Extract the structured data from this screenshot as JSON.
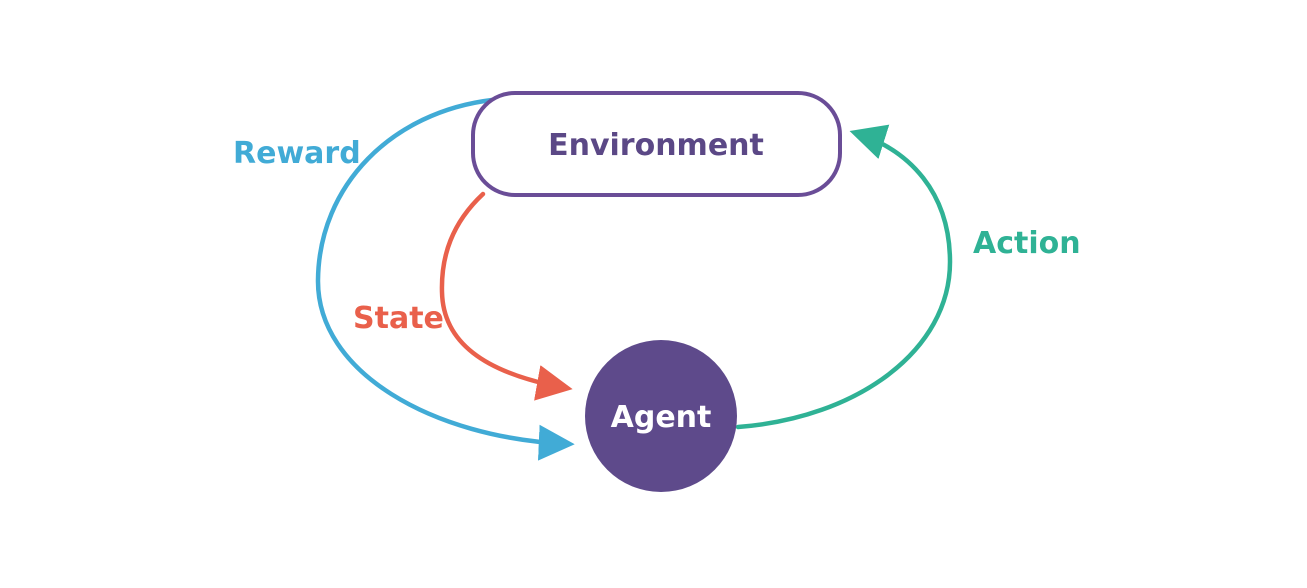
{
  "diagram": {
    "title": "",
    "nodes": {
      "environment": {
        "label": "Environment",
        "shape": "rounded-rectangle"
      },
      "agent": {
        "label": "Agent",
        "shape": "circle"
      }
    },
    "edges": {
      "reward": {
        "label": "Reward",
        "from": "environment",
        "to": "agent"
      },
      "state": {
        "label": "State",
        "from": "environment",
        "to": "agent"
      },
      "action": {
        "label": "Action",
        "from": "agent",
        "to": "environment"
      }
    },
    "colors": {
      "reward": "#41abd6",
      "state": "#e9604b",
      "action": "#2fb295",
      "agent_fill": "#5e4a8b",
      "agent_text": "#ffffff",
      "environment_border": "#6a4d97",
      "environment_fill": "#ffffff",
      "environment_text": "#5b4886",
      "background": "#ffffff"
    }
  }
}
